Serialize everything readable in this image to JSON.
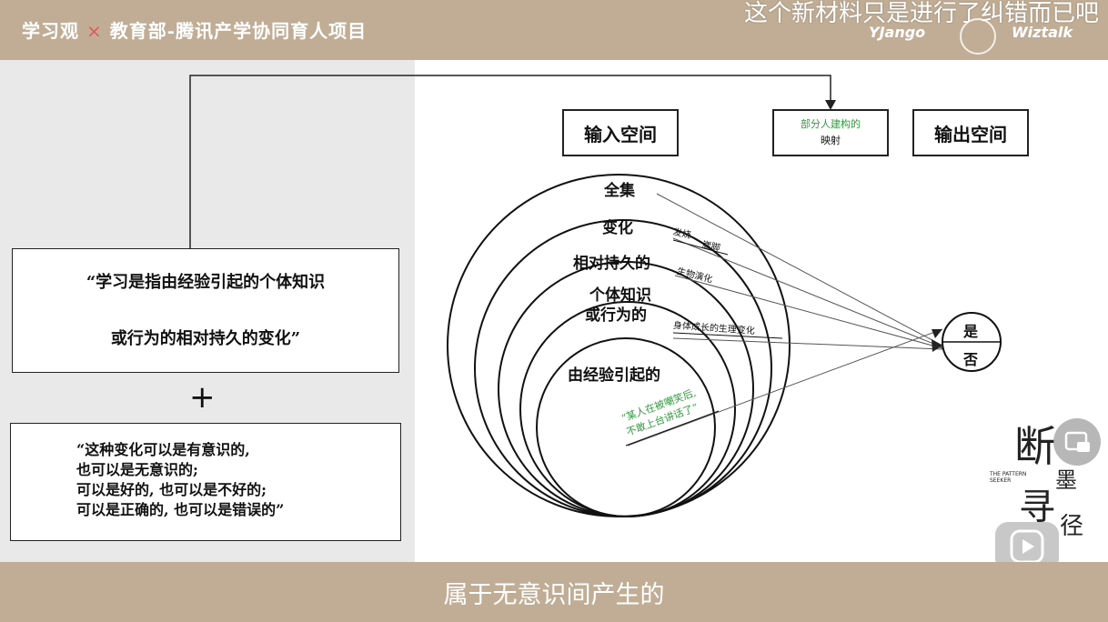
{
  "header": {
    "brand_left": "学习观",
    "brand_x": "×",
    "brand_right": "教育部-腾讯产学协同育人项目",
    "top_caption": "这个新材料只是进行了纠错而已吧",
    "logos": [
      "YJango",
      "Wiztalk"
    ]
  },
  "left": {
    "quote1_line1": "“学习是指由经验引起的个体知识",
    "quote1_line2": "或行为的相对持久的变化”",
    "plus": "+",
    "quote2_lines": [
      "“这种变化可以是有意识的,",
      "也可以是无意识的;",
      "可以是好的, 也可以是不好的;",
      "可以是正确的, 也可以是错误的”"
    ]
  },
  "diagram": {
    "input_space": "输入空间",
    "mapping_line1": "部分人建构的",
    "mapping_line2": "映射",
    "output_space": "输出空间",
    "sets": [
      "全集",
      "变化",
      "相对持久的",
      "个体知识",
      "或行为的",
      "由经验引起的"
    ],
    "notes": {
      "fever": "发烧",
      "sprain": "崴脚",
      "evolution": "生物演化",
      "growth": "身体成长的生理变化",
      "example_line1": "“某人在被嘲笑后,",
      "example_line2": "不敢上台讲话了”"
    },
    "yes": "是",
    "no": "否"
  },
  "watermark": {
    "chars": [
      "断",
      "墨",
      "寻",
      "径"
    ],
    "en_line1": "THE PATTERN",
    "en_line2": "SEEKER"
  },
  "subtitle": "属于无意识间产生的",
  "colors": {
    "bar": "#c1ad95",
    "green": "#2e9e3c",
    "accent_x": "#e1575a"
  }
}
